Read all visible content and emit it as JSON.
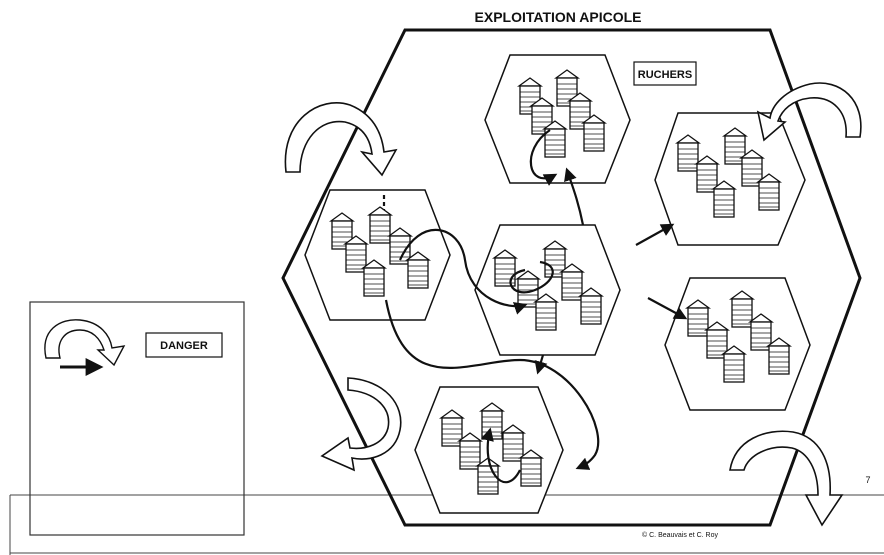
{
  "title": "EXPLOITATION APICOLE",
  "apiaries_label": "RUCHERS",
  "legend": {
    "danger_label": "DANGER"
  },
  "page_number": "7",
  "copyright": "© C. Beauvais et C. Roy",
  "colors": {
    "stroke": "#111111",
    "background": "#ffffff",
    "arrow_fill": "#ffffff"
  },
  "icons": {
    "hive": "beehive-icon",
    "curved_arrow": "curved-arrow-icon",
    "danger": "danger-arrow-icon"
  }
}
